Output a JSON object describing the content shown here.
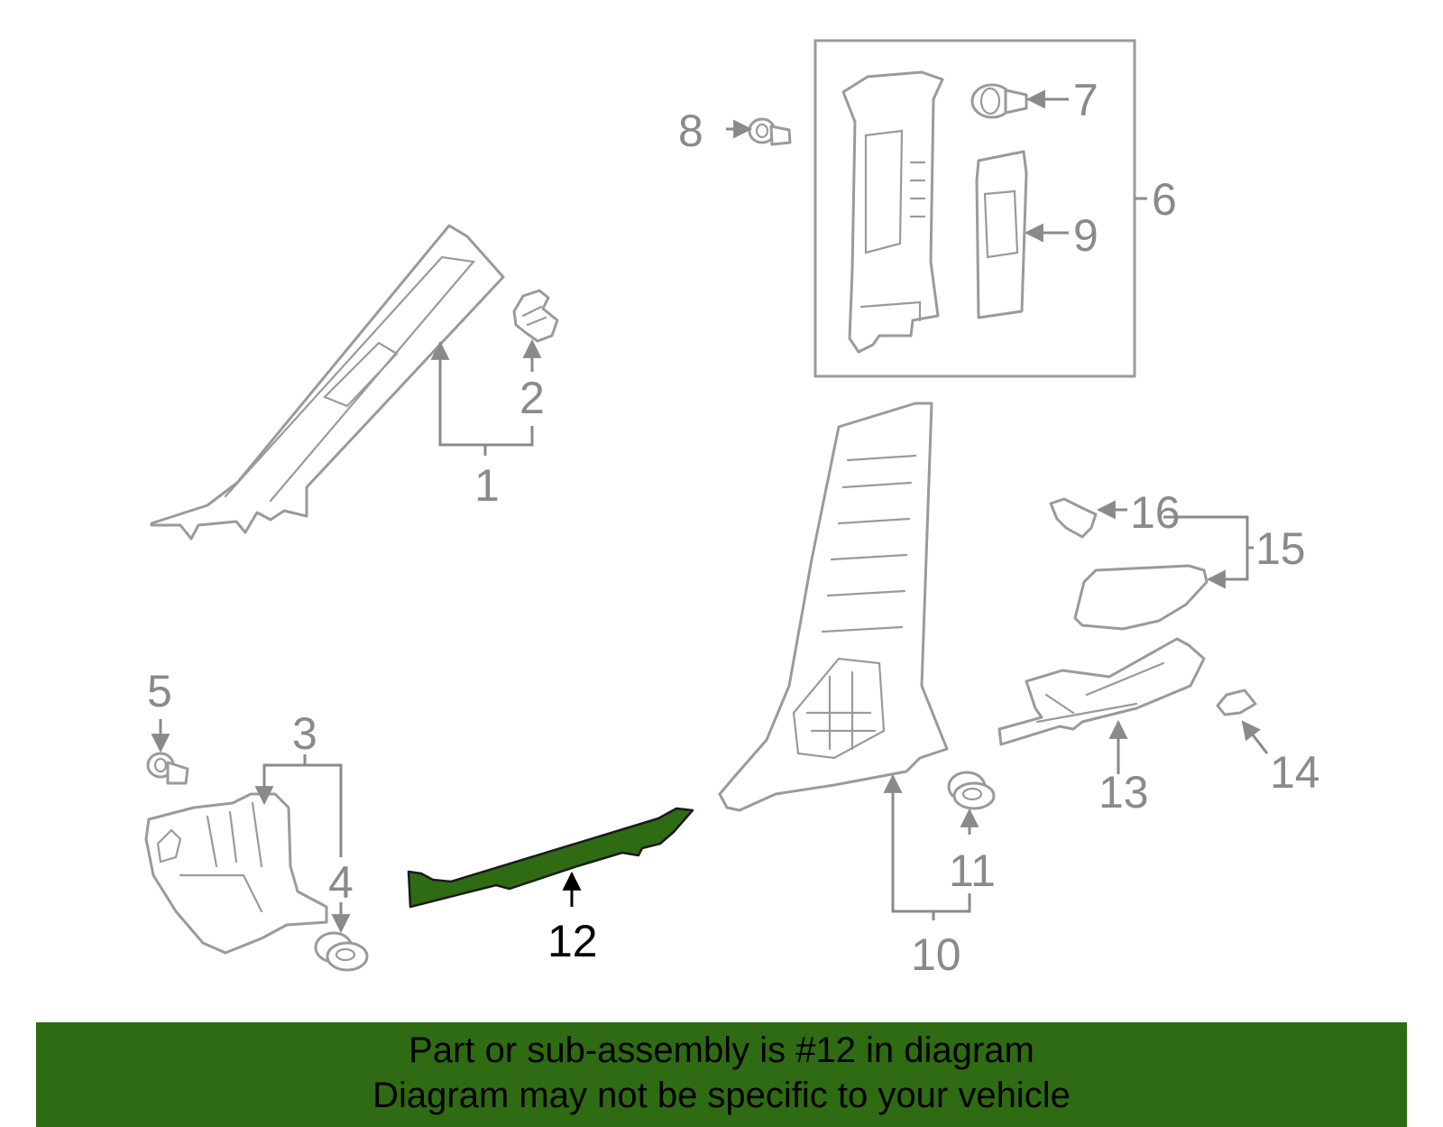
{
  "callouts": {
    "c1": "1",
    "c2": "2",
    "c3": "3",
    "c4": "4",
    "c5": "5",
    "c6": "6",
    "c7": "7",
    "c8": "8",
    "c9": "9",
    "c10": "10",
    "c11": "11",
    "c12": "12",
    "c13": "13",
    "c14": "14",
    "c15": "15",
    "c16": "16"
  },
  "highlight": {
    "part": "12",
    "color": "#2e6b12"
  },
  "footer": {
    "line1": "Part or sub-assembly is #12 in diagram",
    "line2": "Diagram may not be specific to your vehicle"
  }
}
